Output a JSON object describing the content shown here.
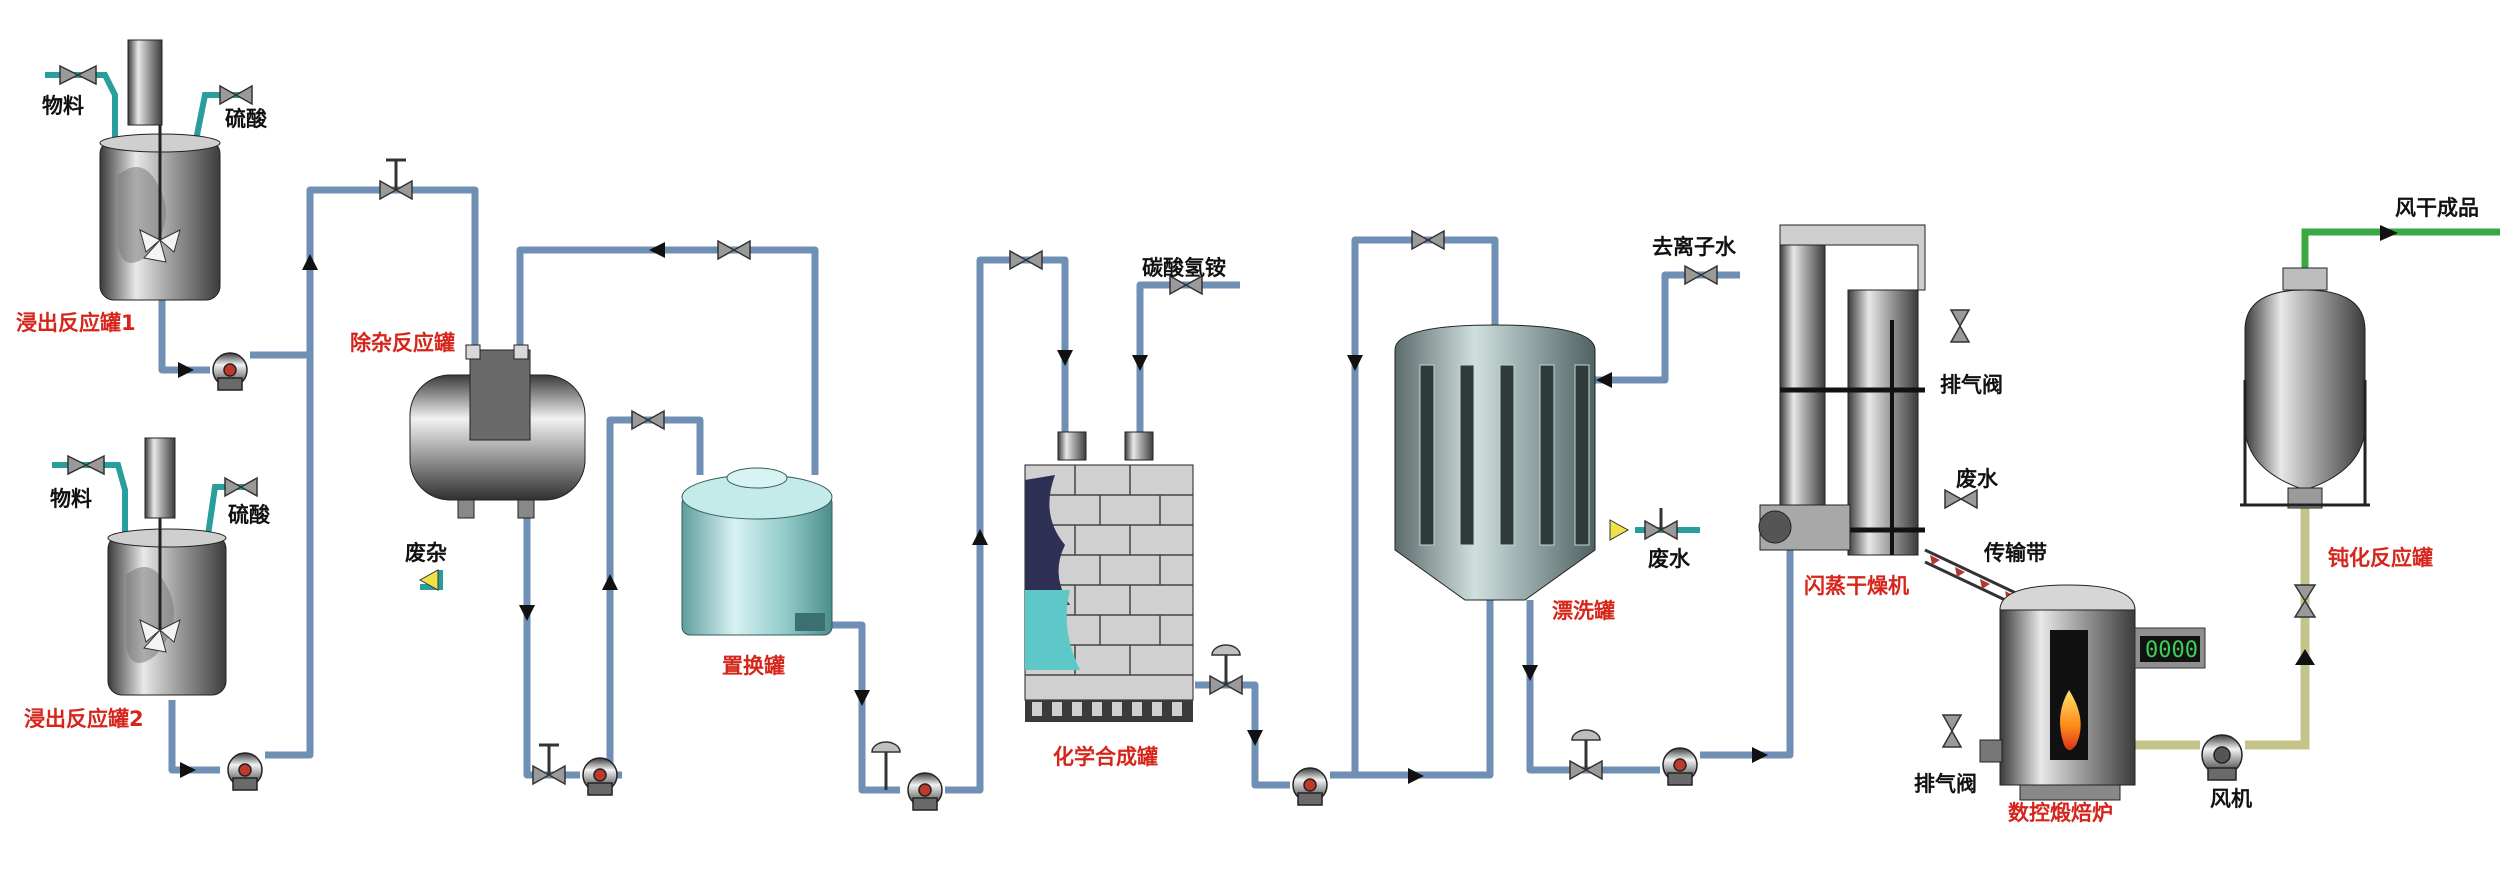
{
  "colors": {
    "pipe_blue": "#6f8fb4",
    "pipe_teal": "#2a9e9c",
    "pipe_green": "#3aa845",
    "pipe_olive": "#c3c38a",
    "label_red": "#d6261c",
    "label_black": "#111111",
    "counter_green": "#3ccf57"
  },
  "inputs": {
    "material_1": "物料",
    "acid_1": "硫酸",
    "material_2": "物料",
    "acid_2": "硫酸",
    "ammonium_bicarbonate": "碳酸氢铵",
    "deionized_water": "去离子水"
  },
  "equipment": {
    "leach_tank_1": "浸出反应罐1",
    "leach_tank_2": "浸出反应罐2",
    "purify_tank": "除杂反应罐",
    "replace_tank": "置换罐",
    "synthesis_tank": "化学合成罐",
    "rinse_tank": "漂洗罐",
    "flash_dryer": "闪蒸干燥机",
    "furnace": "数控煅焙炉",
    "passivation_tank": "钝化反应罐"
  },
  "misc": {
    "waste_slag": "废杂",
    "waste_water_1": "废水",
    "waste_water_2": "废水",
    "vent_valve_1": "排气阀",
    "vent_valve_2": "排气阀",
    "conveyor": "传输带",
    "blower": "风机",
    "product": "风干成品"
  },
  "furnace_counter": "0000"
}
